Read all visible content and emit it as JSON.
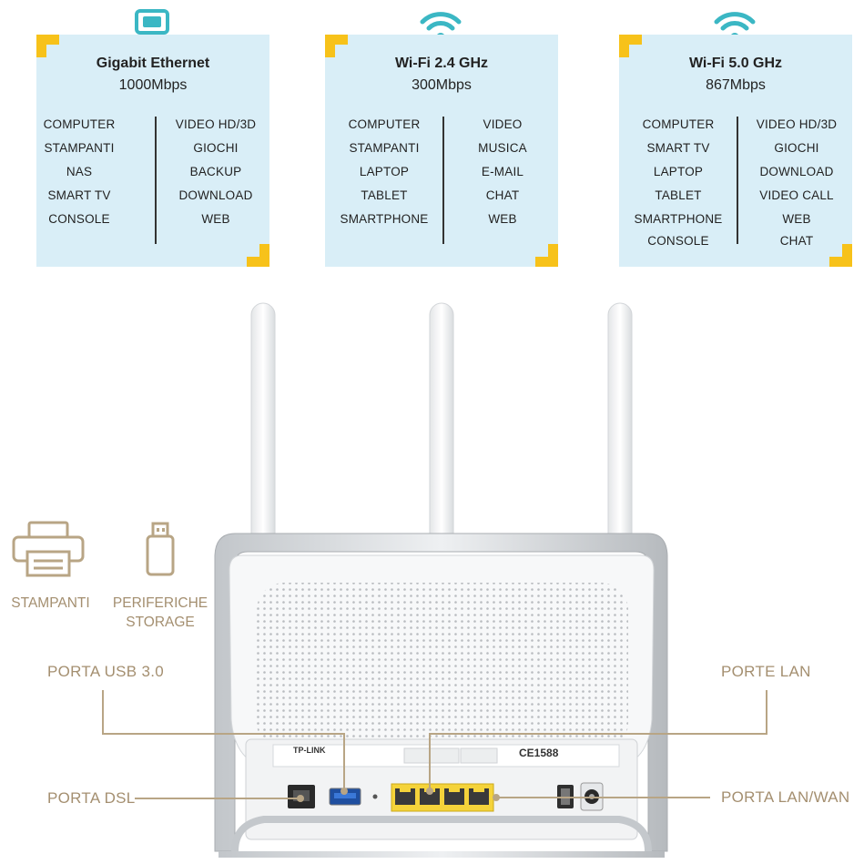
{
  "panels": [
    {
      "title": "Gigabit Ethernet",
      "speed": "1000Mbps",
      "icon": "monitor-icon",
      "left": [
        "COMPUTER",
        "STAMPANTI",
        "NAS",
        "SMART TV",
        "CONSOLE"
      ],
      "right": [
        "VIDEO HD/3D",
        "GIOCHI",
        "BACKUP",
        "DOWNLOAD",
        "WEB"
      ]
    },
    {
      "title": "Wi-Fi 2.4 GHz",
      "speed": "300Mbps",
      "icon": "wifi-icon",
      "left": [
        "COMPUTER",
        "STAMPANTI",
        "LAPTOP",
        "TABLET",
        "SMARTPHONE"
      ],
      "right": [
        "VIDEO",
        "MUSICA",
        "E-MAIL",
        "CHAT",
        "WEB"
      ]
    },
    {
      "title": "Wi-Fi 5.0 GHz",
      "speed": "867Mbps",
      "icon": "wifi-icon",
      "left": [
        "COMPUTER",
        "SMART TV",
        "LAPTOP",
        "TABLET",
        "SMARTPHONE",
        "CONSOLE"
      ],
      "right": [
        "VIDEO HD/3D",
        "GIOCHI",
        "DOWNLOAD",
        "VIDEO CALL",
        "WEB",
        "CHAT"
      ]
    }
  ],
  "devices": {
    "printer_label": "STAMPANTI",
    "storage_label_1": "PERIFERICHE",
    "storage_label_2": "STORAGE"
  },
  "ports": {
    "usb": "PORTA USB 3.0",
    "lan": "PORTE LAN",
    "dsl": "PORTA DSL",
    "lan_wan": "PORTA LAN/WAN"
  },
  "router": {
    "brand": "TP-LINK",
    "ce_mark": "CE1588"
  },
  "colors": {
    "panel_bg": "#d9eef7",
    "accent_yellow": "#f7c21a",
    "icon_teal": "#3bb7c4",
    "label_tan": "#a48f70",
    "lan_port_yellow": "#f5d33a"
  }
}
